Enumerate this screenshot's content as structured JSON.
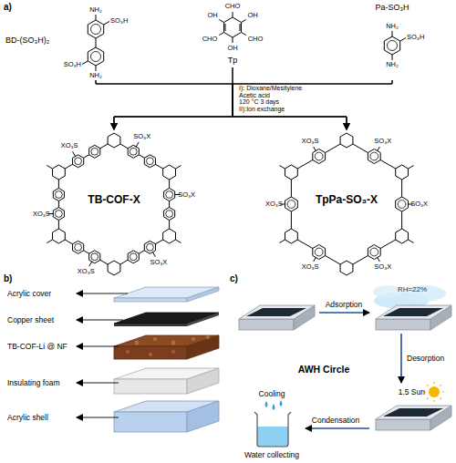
{
  "diagram": {
    "nodes": [
      {
        "text": [
          "BD-(SO₃H)₂"
        ]
      },
      {
        "text": [
          "Tp"
        ]
      },
      {
        "text": [
          "Pa-SO₃H"
        ]
      },
      {
        "text": [
          "TB-COF-X"
        ]
      },
      {
        "text": [
          "TpPa-SO₃-X"
        ]
      }
    ],
    "edges": [
      {
        "from": 0,
        "to": 3,
        "arrow": "to"
      },
      {
        "from": 0,
        "to": 4,
        "arrow": "to"
      },
      {
        "from": 1,
        "to": 3,
        "arrow": "to"
      },
      {
        "from": 1,
        "to": 4,
        "arrow": "to"
      },
      {
        "from": 2,
        "to": 3,
        "arrow": "to"
      },
      {
        "from": 2,
        "to": 4,
        "arrow": "to"
      }
    ],
    "labels": [
      "a)",
      "NH₂",
      "SO₃H",
      "SO₃H",
      "NH₂",
      "CHO",
      "OH",
      "CHO",
      "OH",
      "CHO",
      "OH",
      "NH₂",
      "SO₃H",
      "NH₂",
      "I): Dioxane/Mesitylene",
      "Acetic acid",
      "120 °C 3 days",
      "II):Ion exchange",
      "SO₃X",
      "SO₃X",
      "SO₃X",
      "XO₃S",
      "XO₃S",
      "XO₃S",
      "SO₃X",
      "SO₃X",
      "SO₃X",
      "XO₃S",
      "XO₃S",
      "XO₃S",
      "b)",
      "Acrylic cover",
      "Copper sheet",
      "TB-COF-Li @ NF",
      "Insulating foam",
      "Acrylic shell",
      "c)",
      "Adsorption",
      "RH=22%",
      "Desorption",
      "1.5 Sun",
      "AWH Circle",
      "Condensation",
      "Cooling",
      "Water collecting"
    ]
  }
}
